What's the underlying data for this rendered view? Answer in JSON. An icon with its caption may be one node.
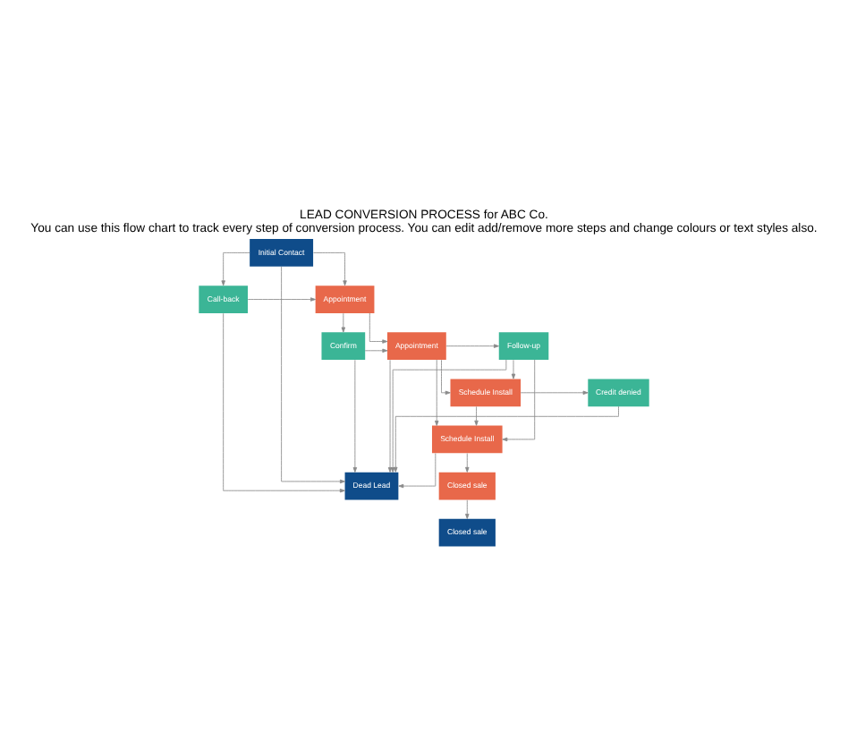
{
  "diagram": {
    "title": "LEAD CONVERSION PROCESS for ABC Co.",
    "caption": "You can use this flow chart to track every step of conversion process. You can edit add/remove more steps and change colours or text styles also.",
    "nodes": [
      {
        "text": [
          "Initial Contact"
        ]
      },
      {
        "text": [
          "Call-back"
        ]
      },
      {
        "text": [
          "Appointment"
        ]
      },
      {
        "text": [
          "Confirm"
        ]
      },
      {
        "text": [
          "Appointment"
        ]
      },
      {
        "text": [
          "Follow-up"
        ]
      },
      {
        "text": [
          "Credit denied"
        ]
      },
      {
        "text": [
          "Schedule Install"
        ]
      },
      {
        "text": [
          "Schedule Install"
        ]
      },
      {
        "text": [
          "Closed sale"
        ]
      },
      {
        "text": [
          "Closed sale"
        ]
      },
      {
        "text": [
          "Dead Lead"
        ]
      }
    ],
    "edges": [
      {
        "from": 0,
        "to": 2,
        "arrow": "to"
      },
      {
        "from": 0,
        "to": 1,
        "arrow": "to"
      },
      {
        "from": 0,
        "to": 11,
        "arrow": "to"
      },
      {
        "from": 1,
        "to": 2,
        "arrow": "to"
      },
      {
        "from": 1,
        "to": 11,
        "arrow": "to"
      },
      {
        "from": 2,
        "to": 4,
        "arrow": "to"
      },
      {
        "from": 2,
        "to": 3,
        "arrow": "to"
      },
      {
        "from": 3,
        "to": 4,
        "arrow": "to"
      },
      {
        "from": 3,
        "to": 11,
        "arrow": "to"
      },
      {
        "from": 4,
        "to": 7,
        "arrow": "to"
      },
      {
        "from": 4,
        "to": 11,
        "arrow": "to"
      },
      {
        "from": 4,
        "to": 5,
        "arrow": "to"
      },
      {
        "from": 4,
        "to": 8,
        "arrow": "to"
      },
      {
        "from": 5,
        "to": 7,
        "arrow": "to"
      },
      {
        "from": 5,
        "to": 8,
        "arrow": "to"
      },
      {
        "from": 5,
        "to": 11,
        "arrow": "to"
      },
      {
        "from": 7,
        "to": 6,
        "arrow": "to"
      },
      {
        "from": 6,
        "to": 11,
        "arrow": "to"
      },
      {
        "from": 7,
        "to": 8,
        "arrow": "to"
      },
      {
        "from": 8,
        "to": 11,
        "arrow": "to"
      },
      {
        "from": 8,
        "to": 9,
        "arrow": "to"
      },
      {
        "from": 9,
        "to": 10,
        "arrow": "to"
      }
    ]
  }
}
